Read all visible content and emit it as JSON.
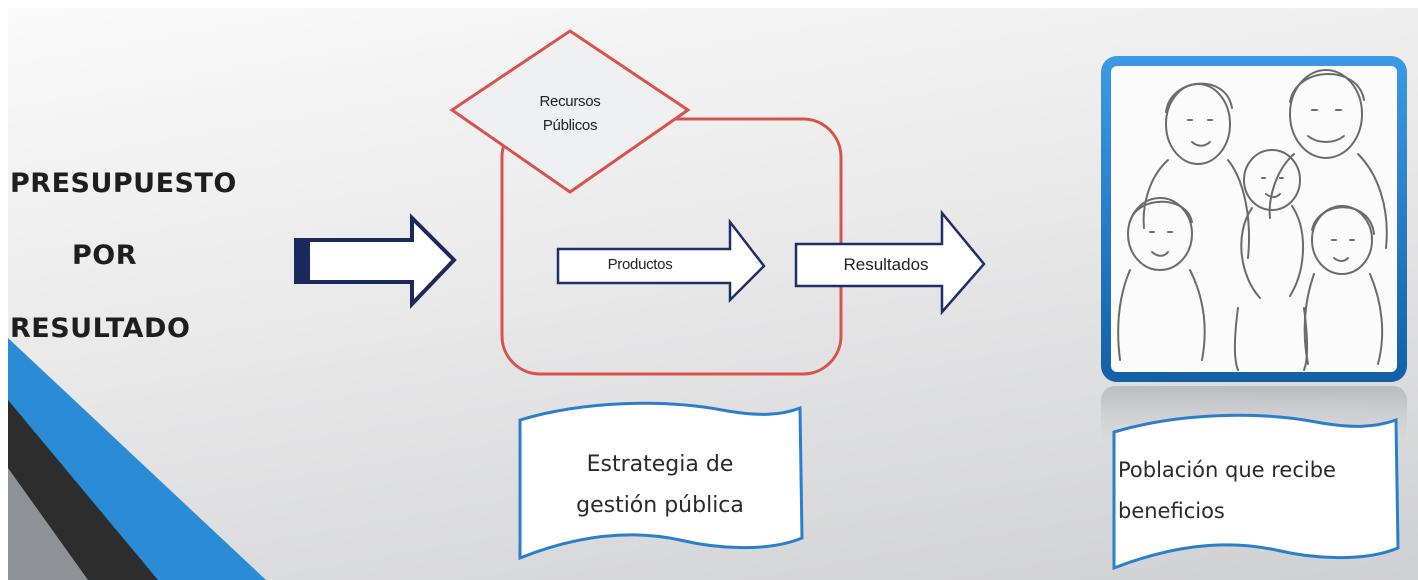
{
  "title": {
    "line1": "PRESUPUESTO",
    "line2": "POR",
    "line3": "RESULTADO"
  },
  "diagram": {
    "resources_label_line1": "Recursos",
    "resources_label_line2": "Públicos",
    "products_label": "Productos",
    "results_label": "Resultados",
    "strategy_line1": "Estrategia de",
    "strategy_line2": "gestión pública",
    "population_line1": "Población que recibe",
    "population_line2": "beneficios"
  },
  "colors": {
    "box_outline": "#d9534a",
    "arrow_outline": "#1d2f6b",
    "arrow_dark": "#1b2a5e",
    "banner_outline": "#2b7fc9",
    "frame_blue": "#1d74c7",
    "accent_blue": "#2a8bd6",
    "accent_dark": "#2b2b2b"
  }
}
